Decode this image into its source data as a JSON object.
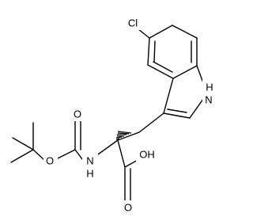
{
  "molecule": {
    "atoms": {
      "chlorine": "Cl",
      "indole_nh": "H",
      "indole_n": "N",
      "acid_oh": "OH",
      "acid_carbonyl_o": "O",
      "amide_nh": "H",
      "amide_n": "N",
      "ester_o": "O",
      "boc_carbonyl_o": "O"
    }
  },
  "colors": {
    "bond": "#000000",
    "label": "#000000",
    "background": "#ffffff"
  }
}
